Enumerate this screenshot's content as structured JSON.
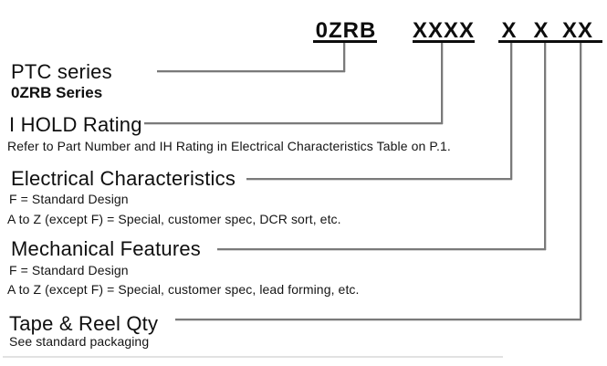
{
  "diagram": {
    "title_context": "Part numbering scheme",
    "part_number": {
      "segments": {
        "series_code": "0ZRB",
        "ihold_code": "XXXX",
        "electrical_code": "X",
        "mechanical_code": "X",
        "tape_reel_code": "XX"
      }
    },
    "sections": {
      "ptc": {
        "title": "PTC series",
        "subtitle": "0ZRB Series"
      },
      "ihold": {
        "title": "I HOLD Rating",
        "note": "Refer to Part Number and IH Rating in Electrical Characteristics Table on P.1."
      },
      "electrical": {
        "title": "Electrical Characteristics",
        "line1": "F = Standard Design",
        "line2": "A to Z (except F) = Special, customer spec, DCR sort, etc."
      },
      "mechanical": {
        "title": "Mechanical Features",
        "line1": "F = Standard Design",
        "line2": "A to Z (except F) = Special, customer spec, lead forming, etc."
      },
      "tape_reel": {
        "title": "Tape & Reel Qty",
        "note": "See standard packaging"
      }
    },
    "colors": {
      "text": "#0f0f0f",
      "connector_line": "#7a7a7a",
      "underline": "#0d0d0d",
      "faint_rule": "#e2e2e2",
      "background": "#ffffff"
    }
  }
}
